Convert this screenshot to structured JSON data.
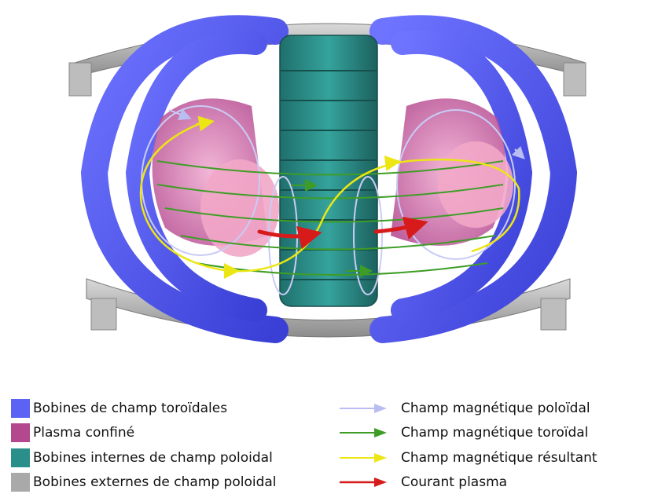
{
  "legend": {
    "left": [
      {
        "label": "Bobines de champ toroïdales",
        "color": "#5b62f4"
      },
      {
        "label": "Plasma confiné",
        "color": "#b4488f"
      },
      {
        "label": "Bobines internes de champ poloidal",
        "color": "#2a8f8a"
      },
      {
        "label": "Bobines externes de champ poloidal",
        "color": "#a9a9a9"
      }
    ],
    "right": [
      {
        "label": "Champ magnétique poloïdal",
        "color": "#b9bdf3"
      },
      {
        "label": "Champ magnétique toroïdal",
        "color": "#3e9d26"
      },
      {
        "label": "Champ magnétique résultant",
        "color": "#ece614"
      },
      {
        "label": "Courant plasma",
        "color": "#d71a1a"
      }
    ]
  }
}
